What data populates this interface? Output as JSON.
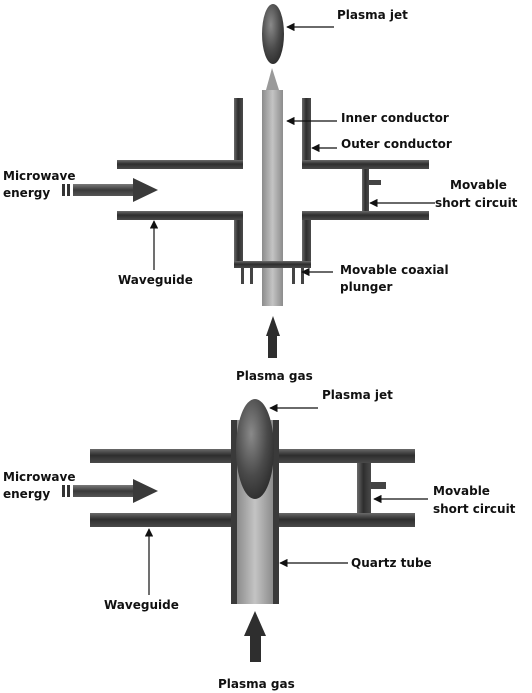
{
  "top": {
    "plasma_jet": "Plasma jet",
    "inner_conductor": "Inner conductor",
    "outer_conductor": "Outer conductor",
    "microwave_line1": "Microwave",
    "microwave_line2": "energy",
    "movable_short_line1": "Movable",
    "movable_short_line2": "short circuit",
    "waveguide": "Waveguide",
    "plunger_line1": "Movable coaxial",
    "plunger_line2": "plunger",
    "plasma_gas": "Plasma gas"
  },
  "bottom": {
    "plasma_jet": "Plasma jet",
    "microwave_line1": "Microwave",
    "microwave_line2": "energy",
    "movable_short_line1": "Movable",
    "movable_short_line2": "short circuit",
    "quartz_tube": "Quartz tube",
    "waveguide": "Waveguide",
    "plasma_gas": "Plasma gas"
  },
  "colors": {
    "dark_metal": "#3f3f3f",
    "light_metal": "#a9a9a9",
    "jet": "#555555",
    "text": "#111111"
  }
}
